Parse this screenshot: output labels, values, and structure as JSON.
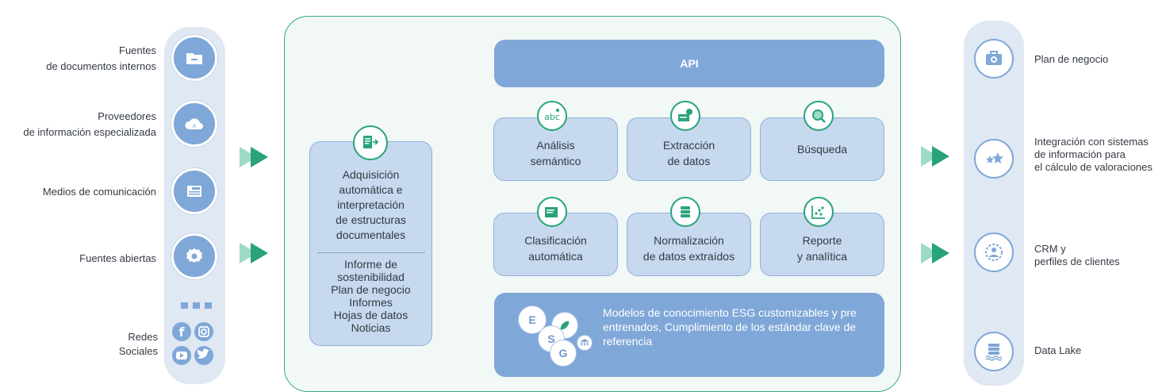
{
  "sources": {
    "items": [
      {
        "label": "Fuentes\nde documentos internos",
        "icon": "folder-icon"
      },
      {
        "label": "Proveedores\nde información especializada",
        "icon": "cloud-icon"
      },
      {
        "label": "Medios de comunicación",
        "icon": "news-icon"
      },
      {
        "label": "Fuentes abiertas",
        "icon": "open-source-icon"
      },
      {
        "label": "Redes\nSociales",
        "icon": "social-icons"
      }
    ]
  },
  "acquisition": {
    "title": "Adquisición\nautomática e\ninterpretación\nde estructuras\ndocumentales",
    "items": [
      "Informe de",
      "sostenibilidad",
      "Plan de negocio",
      "Informes",
      "Hojas de datos",
      "Noticias"
    ]
  },
  "api": {
    "label": "API"
  },
  "capabilities": [
    {
      "label": "Análisis\nsemántico",
      "icon": "abc-icon"
    },
    {
      "label": "Extracción\nde datos",
      "icon": "extraction-icon"
    },
    {
      "label": "Búsqueda",
      "icon": "magnifier-icon"
    },
    {
      "label": "Clasificación\nautomática",
      "icon": "classification-icon"
    },
    {
      "label": "Normalización\nde datos extraídos",
      "icon": "database-icon"
    },
    {
      "label": "Reporte\ny analítica",
      "icon": "scatter-icon"
    }
  ],
  "esg": {
    "text": "Modelos de conocimiento ESG customizables y pre entrenados, Cumplimiento de los estándar clave de referencia",
    "letters": [
      "E",
      "S",
      "G"
    ]
  },
  "outputs": [
    {
      "label": "Plan de negocio",
      "icon": "briefcase-icon"
    },
    {
      "label": "Integración con sistemas\nde información para\nel cálculo de valoraciones",
      "icon": "stars-icon"
    },
    {
      "label": "CRM y\nperfiles de clientes",
      "icon": "profile-icon"
    },
    {
      "label": "Data Lake",
      "icon": "datalake-icon"
    }
  ],
  "colors": {
    "accent_green": "#28a37c",
    "blue": "#7fa7d8",
    "light_blue": "#c6d9ee",
    "pale": "#dfe8f3"
  }
}
